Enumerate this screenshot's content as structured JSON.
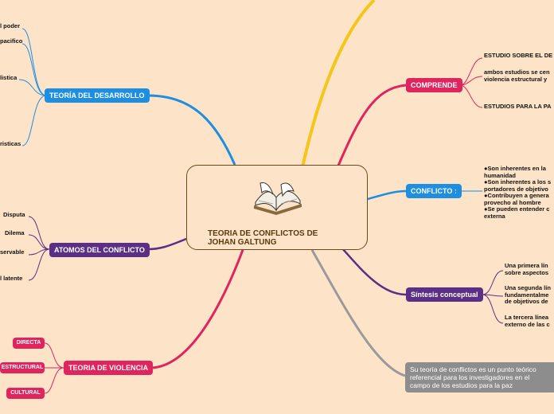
{
  "center": {
    "title": "TEORIA DE CONFLICTOS  DE\nJOHAN GALTUNG",
    "icon": "open-book-icon"
  },
  "left_branches": {
    "desarrollo": {
      "label": "TEORÍA DEL DESARROLLO",
      "color": "#1e8fe0",
      "leaves": [
        "l poder",
        "pacifico",
        "listica",
        "risticas"
      ]
    },
    "atomos": {
      "label": "ATOMOS DEL CONFLICTO",
      "color": "#5b2f86",
      "leaves": [
        "Disputa",
        "Dilema",
        "servable",
        "l latente"
      ]
    },
    "violencia": {
      "label": "TEORIA DE VIOLENCIA",
      "color": "#e0245e",
      "leaves": [
        "DIRECTA",
        "ESTRUCTURAL",
        "CULTURAL"
      ]
    }
  },
  "right_branches": {
    "comprende": {
      "label": "COMPRENDE",
      "color": "#e0245e",
      "leaves": [
        "ESTUDIO SOBRE EL DE",
        "ambos estudios se cen\nviolencia estructural y",
        "ESTUDIOS PARA LA PA"
      ]
    },
    "conflicto": {
      "label": "CONFLICTO :",
      "color": "#1e8fe0",
      "text": "●Son inherentes en la\nhumanidad\n●Son inherentes a los s\nportadores de objetivo\n●Contribuyen a genera\nprovecho al hombre\n●Se pueden entender c\nexterna"
    },
    "sintesis": {
      "label": "Síntesis conceptual",
      "color": "#5b2f86",
      "leaves": [
        "Una primera lín\nsobre aspectos",
        "Una segunda lín\nfundamentalme\nde objetivos de",
        "La tercera línea\nexterno de las c"
      ]
    },
    "nota": {
      "text": "Su teoría de conflictos es un punto teórico\nreferencial para los investigadores en el\ncampo de los estudios para la paz",
      "color": "#8d8d8d"
    }
  },
  "colors": {
    "background": "#fde3c8",
    "yellow_branch": "#f5c518",
    "gray_branch": "#9a9a9a",
    "center_border": "#6b4a1a"
  }
}
